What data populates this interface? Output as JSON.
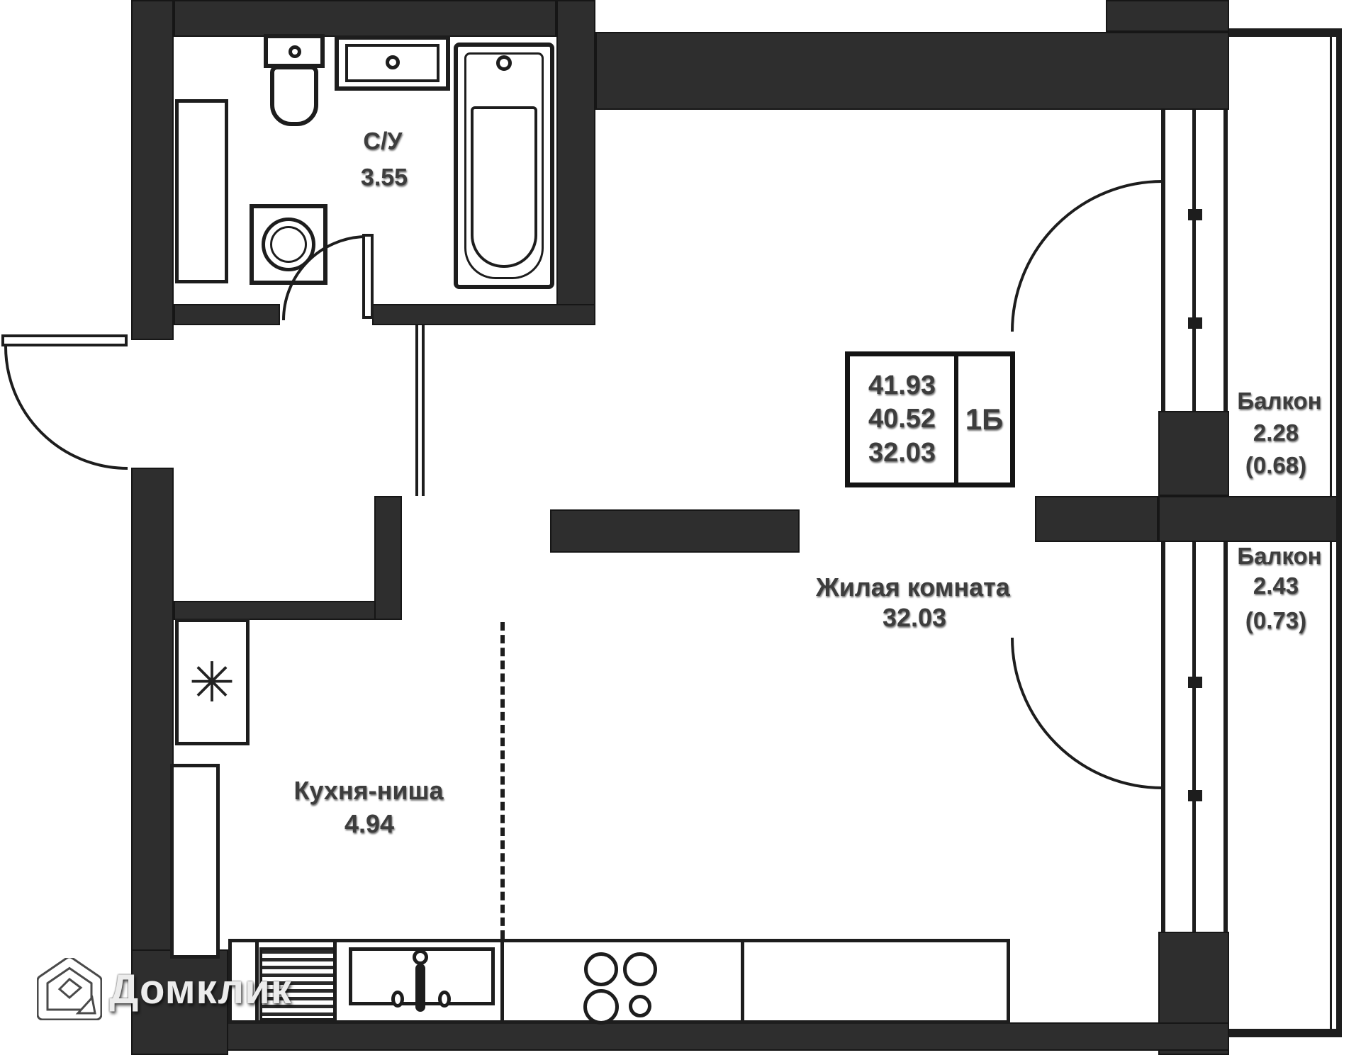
{
  "brand": {
    "name": "Домклик"
  },
  "stamp": {
    "v1": "41.93",
    "v2": "40.52",
    "v3": "32.03",
    "type": "1Б"
  },
  "rooms": [
    {
      "name": "С/У",
      "area": "3.55"
    },
    {
      "name": "Жилая комната",
      "area": "32.03"
    },
    {
      "name": "Кухня-ниша",
      "area": "4.94"
    },
    {
      "name": "Балкон",
      "area": "2.28",
      "area_reduced": "(0.68)"
    },
    {
      "name": "Балкон",
      "area": "2.43",
      "area_reduced": "(0.73)"
    }
  ],
  "icons": {
    "snowflake": "✳"
  },
  "colors": {
    "wall": "#2e2e2e",
    "line": "#1d1d1d",
    "label_text": "#3d3d3d",
    "logo_text": "#ececec"
  }
}
